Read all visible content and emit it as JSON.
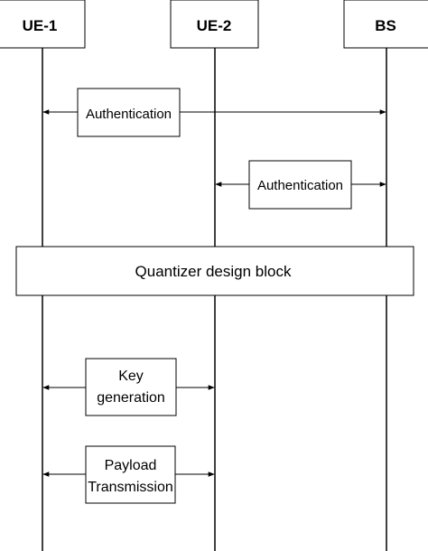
{
  "participants": {
    "ue1": "UE-1",
    "ue2": "UE-2",
    "bs": "BS"
  },
  "messages": {
    "auth_ue1_bs": "Authentication",
    "auth_ue2_bs": "Authentication",
    "quantizer": "Quantizer design block",
    "keygen_line1": "Key",
    "keygen_line2": "generation",
    "payload_line1": "Payload",
    "payload_line2": "Transmission"
  },
  "colors": {
    "line": "#000000",
    "box_fill": "#ffffff",
    "text": "#000000"
  }
}
